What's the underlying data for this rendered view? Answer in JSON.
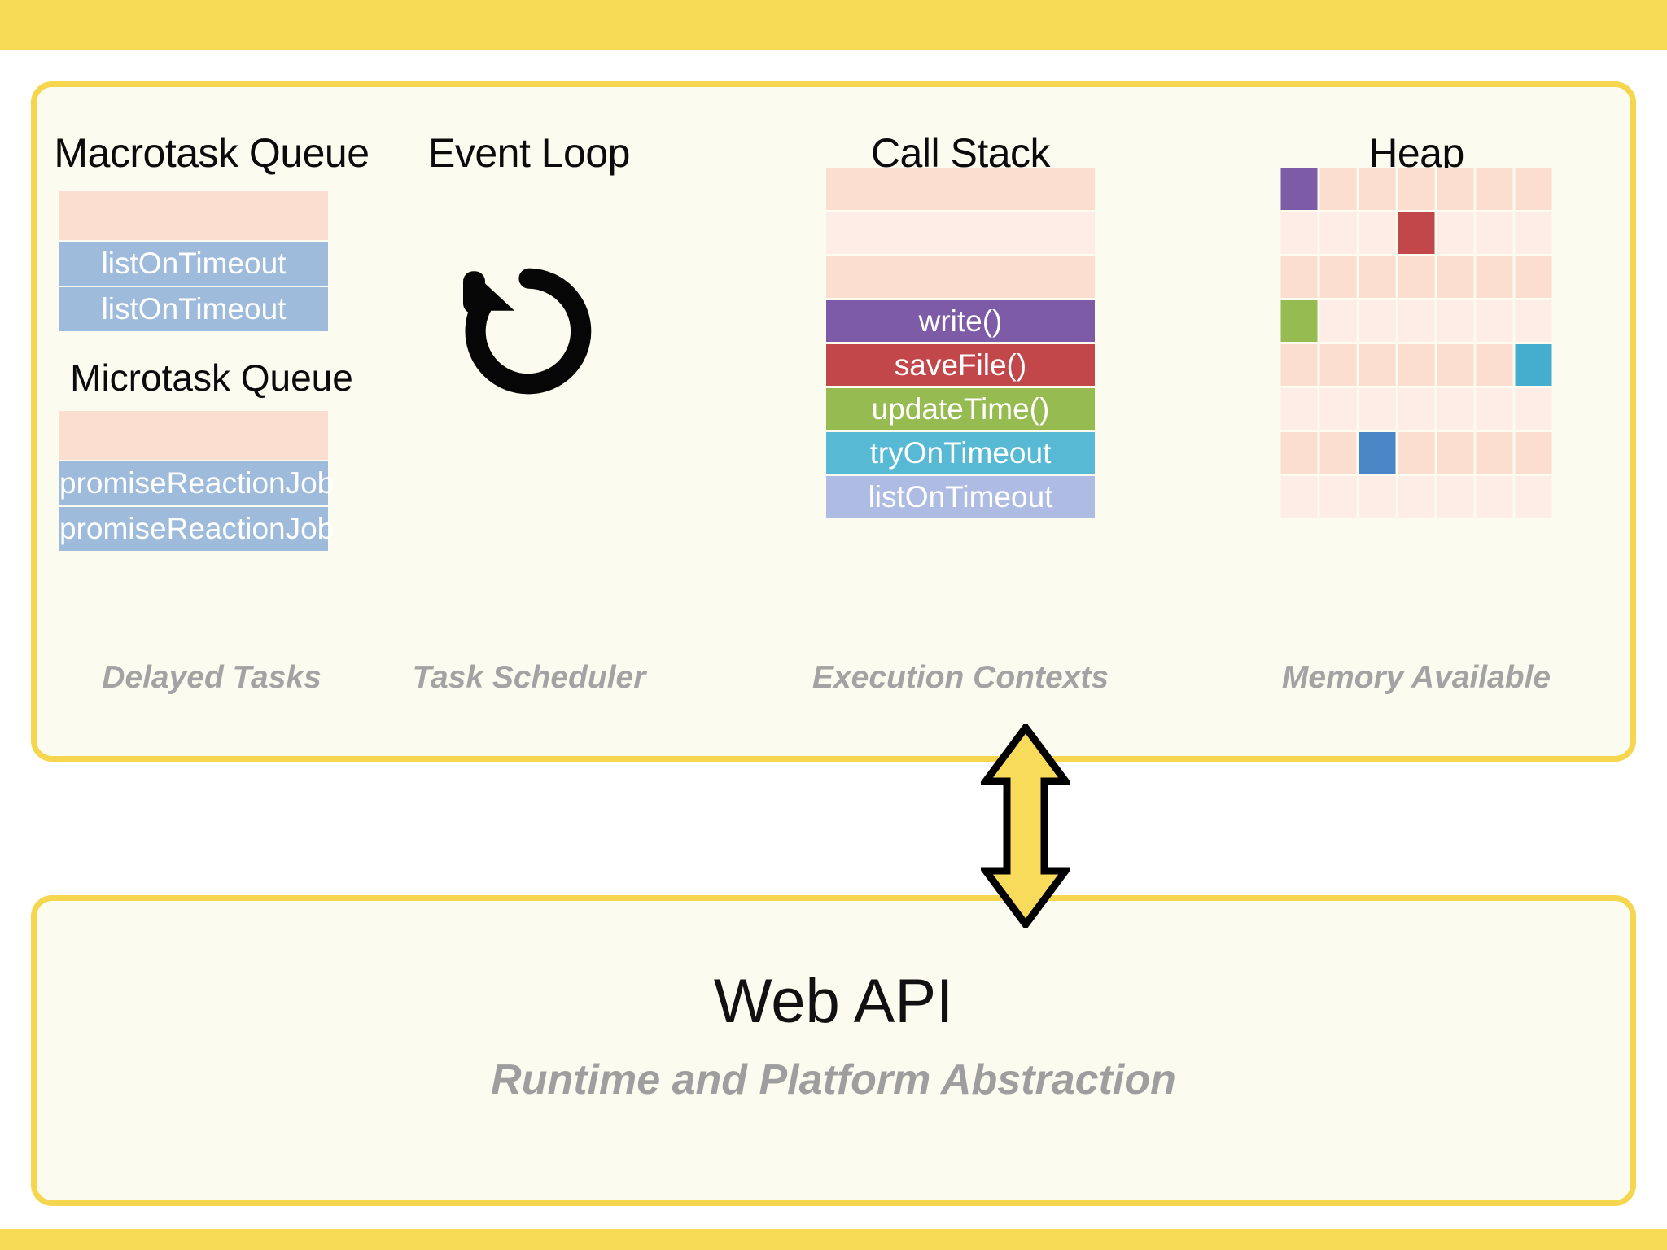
{
  "theme": {
    "bar_color": "#F7DA55",
    "card_bg": "#FCFBEF",
    "card_border": "#F5D64E",
    "queue_empty": "#FBDED0",
    "queue_empty_pale": "#FDEDE6",
    "queue_task": "#9EBBDC",
    "caption_color": "#A3A3A3",
    "arrow_fill": "#F9DB5C",
    "arrow_stroke": "#000000"
  },
  "columns": {
    "macrotask": {
      "title": "Macrotask Queue",
      "caption": "Delayed Tasks",
      "subtitle": "Microtask Queue",
      "macro_rows": [
        {
          "label": "",
          "kind": "empty"
        },
        {
          "label": "listOnTimeout",
          "kind": "task"
        },
        {
          "label": "listOnTimeout",
          "kind": "task"
        }
      ],
      "micro_rows": [
        {
          "label": "",
          "kind": "empty"
        },
        {
          "label": "promiseReactionJob",
          "kind": "task"
        },
        {
          "label": "promiseReactionJob",
          "kind": "task"
        }
      ]
    },
    "event_loop": {
      "title": "Event Loop",
      "caption": "Task Scheduler",
      "icon": "rotate-counterclockwise-icon"
    },
    "call_stack": {
      "title": "Call Stack",
      "caption": "Execution Contexts",
      "frames": [
        {
          "label": "",
          "color": "#FBDED0"
        },
        {
          "label": "",
          "color": "#FDEDE6"
        },
        {
          "label": "",
          "color": "#FBDED0"
        },
        {
          "label": "write()",
          "color": "#7D5BA6"
        },
        {
          "label": "saveFile()",
          "color": "#C2474A"
        },
        {
          "label": "updateTime()",
          "color": "#96BB50"
        },
        {
          "label": "tryOnTimeout",
          "color": "#57B9D4"
        },
        {
          "label": "listOnTimeout",
          "color": "#AEBCE3"
        }
      ]
    },
    "heap": {
      "title": "Heap",
      "caption": "Memory Available",
      "columns": 7,
      "rows": 8,
      "cells": [
        [
          "#7D5BA6",
          "#FBDED0",
          "#FBDED0",
          "#FBDED0",
          "#FBDED0",
          "#FBDED0",
          "#FBDED0"
        ],
        [
          "#FDEDE6",
          "#FDEDE6",
          "#FDEDE6",
          "#C2474A",
          "#FDEDE6",
          "#FDEDE6",
          "#FDEDE6"
        ],
        [
          "#FBDED0",
          "#FBDED0",
          "#FBDED0",
          "#FBDED0",
          "#FBDED0",
          "#FBDED0",
          "#FBDED0"
        ],
        [
          "#96BB50",
          "#FDEDE6",
          "#FDEDE6",
          "#FDEDE6",
          "#FDEDE6",
          "#FDEDE6",
          "#FDEDE6"
        ],
        [
          "#FBDED0",
          "#FBDED0",
          "#FBDED0",
          "#FBDED0",
          "#FBDED0",
          "#FBDED0",
          "#45AECF"
        ],
        [
          "#FDEDE6",
          "#FDEDE6",
          "#FDEDE6",
          "#FDEDE6",
          "#FDEDE6",
          "#FDEDE6",
          "#FDEDE6"
        ],
        [
          "#FBDED0",
          "#FBDED0",
          "#4A86C6",
          "#FBDED0",
          "#FBDED0",
          "#FBDED0",
          "#FBDED0"
        ],
        [
          "#FDEDE6",
          "#FDEDE6",
          "#FDEDE6",
          "#FDEDE6",
          "#FDEDE6",
          "#FDEDE6",
          "#FDEDE6"
        ]
      ]
    }
  },
  "web_api": {
    "title": "Web API",
    "subtitle": "Runtime and Platform Abstraction"
  },
  "connector": {
    "name": "bidirectional-vertical-arrow"
  }
}
